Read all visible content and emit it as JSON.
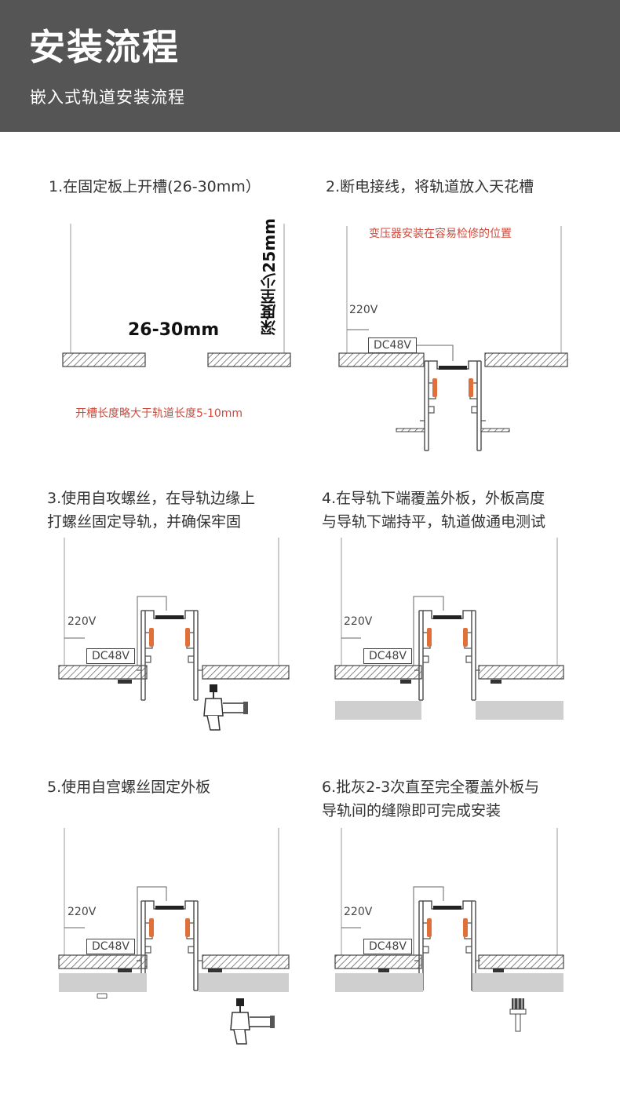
{
  "header": {
    "title": "安装流程",
    "subtitle": "嵌入式轨道安装流程"
  },
  "steps": [
    {
      "lines": [
        "1.在固定板上开槽(26-30mm）"
      ]
    },
    {
      "lines": [
        "2.断电接线，将轨道放入天花槽"
      ]
    },
    {
      "lines": [
        "3.使用自攻螺丝，在导轨边缘上",
        "打螺丝固定导轨，并确保牢固"
      ]
    },
    {
      "lines": [
        "4.在导轨下端覆盖外板，外板高度",
        "与导轨下端持平，轨道做通电测试"
      ]
    },
    {
      "lines": [
        "5.使用自宫螺丝固定外板"
      ]
    },
    {
      "lines": [
        "6.批灰2-3次直至完全覆盖外板与",
        "导轨间的缝隙即可完成安装"
      ]
    }
  ],
  "annotations": {
    "slot_width": "26-30mm",
    "depth": "深度至少25mm",
    "slot_length_note": "开槽长度略大于轨道长度5-10mm",
    "transformer_note": "变压器安装在容易检修的位置",
    "voltage_in": "220V",
    "voltage_out": "DC48V"
  },
  "colors": {
    "header_bg": "#555555",
    "note_red": "#d04a3c",
    "driver_orange": "#e0703a",
    "cover_gray": "#cfcfcf"
  },
  "icons": [
    "drill-icon",
    "screw-icon",
    "brush-icon"
  ]
}
